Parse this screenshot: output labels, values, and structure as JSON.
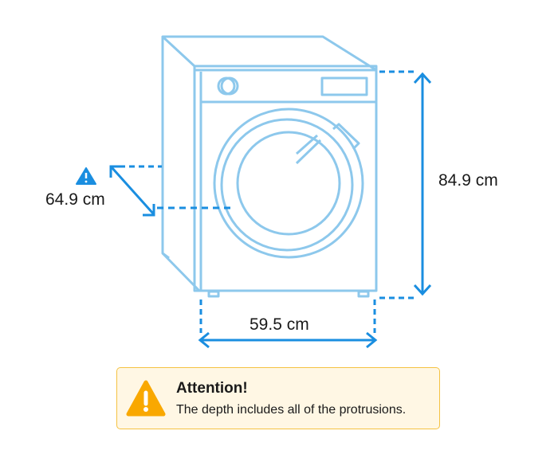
{
  "dimensions": {
    "height_label": "84.9 cm",
    "width_label": "59.5 cm",
    "depth_label": "64.9 cm"
  },
  "notice": {
    "title": "Attention!",
    "text": "The depth includes all of the protrusions."
  },
  "colors": {
    "outline": "#8dc8ec",
    "dimension": "#1a8ee0",
    "warning": "#f9a800",
    "notice_bg": "#fff7e4"
  }
}
